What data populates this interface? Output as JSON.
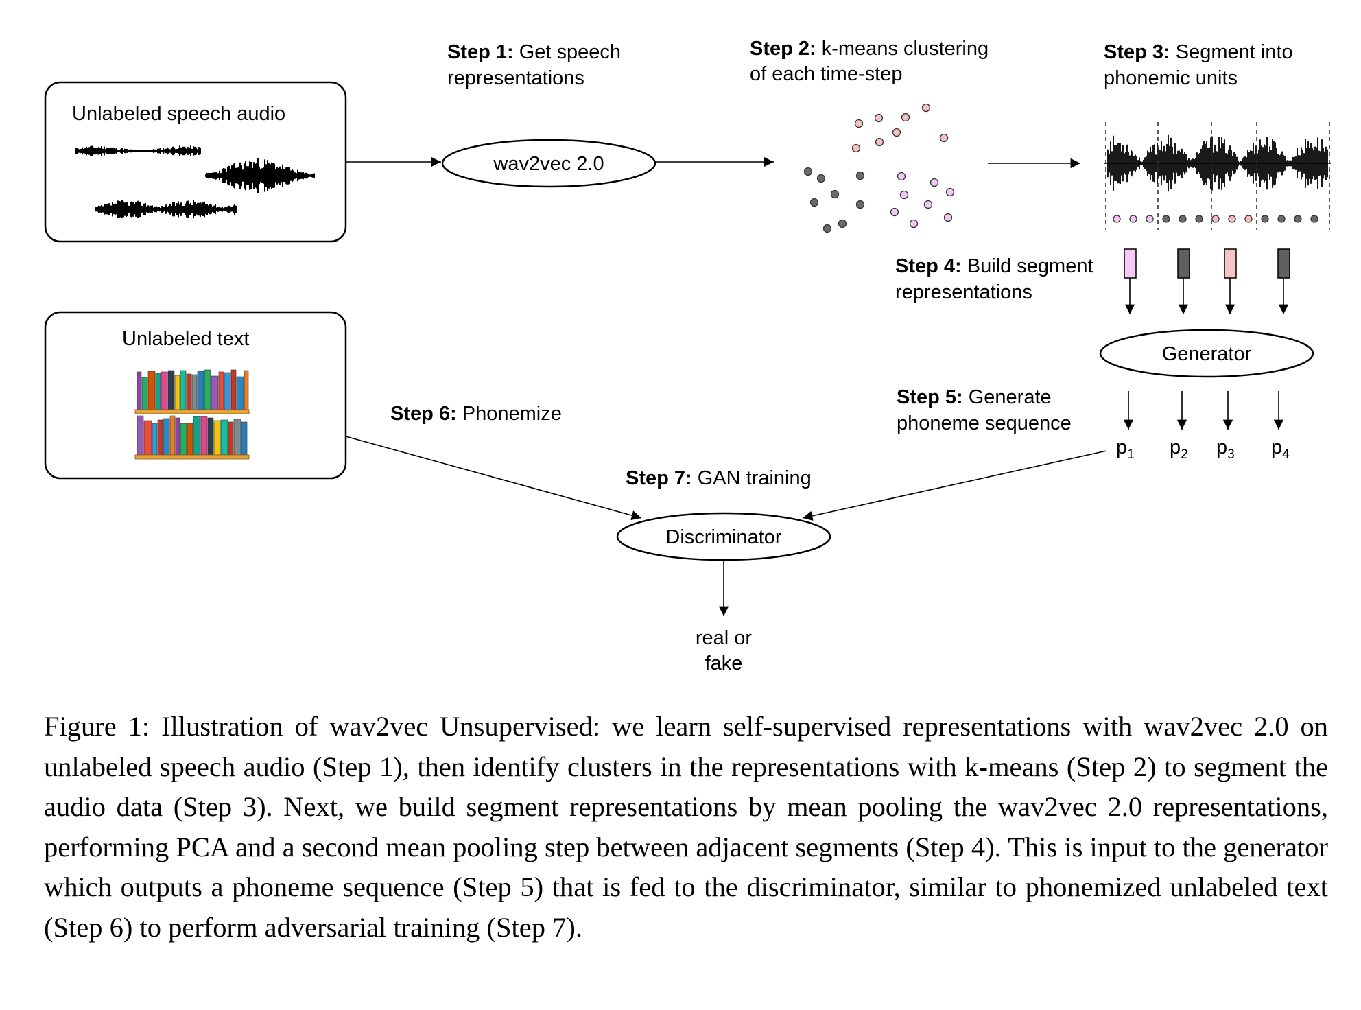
{
  "boxes": {
    "audio_title": "Unlabeled speech audio",
    "text_title": "Unlabeled text"
  },
  "nodes": {
    "wav2vec": "wav2vec 2.0",
    "generator": "Generator",
    "discriminator": "Discriminator",
    "output_line1": "real or",
    "output_line2": "fake"
  },
  "steps": {
    "s1_bold": "Step 1:",
    "s1_l1": " Get speech",
    "s1_l2": "representations",
    "s2_bold": "Step 2:",
    "s2_l1": " k-means clustering",
    "s2_l2": "of each time-step",
    "s3_bold": "Step 3:",
    "s3_l1": " Segment into",
    "s3_l2": "phonemic units",
    "s4_bold": "Step 4:",
    "s4_l1": " Build segment",
    "s4_l2": "representations",
    "s5_bold": "Step 5:",
    "s5_l1": " Generate",
    "s5_l2": "phoneme sequence",
    "s6_bold": "Step 6:",
    "s6_l1": " Phonemize",
    "s7_bold": "Step 7:",
    "s7_l1": " GAN training"
  },
  "phonemes": [
    {
      "base": "p",
      "sub": "1"
    },
    {
      "base": "p",
      "sub": "2"
    },
    {
      "base": "p",
      "sub": "3"
    },
    {
      "base": "p",
      "sub": "4"
    }
  ],
  "colors": {
    "cluster_pink": "#f2c2c2",
    "cluster_violet": "#f0c8f2",
    "cluster_gray": "#6b6b6b",
    "segment_1": "#f5c8f5",
    "segment_2": "#606060",
    "segment_3": "#f5c4c4",
    "segment_4": "#606060"
  },
  "caption": "Figure 1: Illustration of wav2vec Unsupervised: we learn self-supervised representations with wav2vec 2.0 on unlabeled speech audio (Step 1), then identify clusters in the representations with k-means (Step 2) to segment the audio data (Step 3). Next, we build segment representations by mean pooling the wav2vec 2.0 representations, performing PCA and a second mean pooling step between adjacent segments (Step 4). This is input to the generator which outputs a phoneme sequence (Step 5) that is fed to the discriminator, similar to phonemized unlabeled text (Step 6) to perform adversarial training (Step 7)."
}
